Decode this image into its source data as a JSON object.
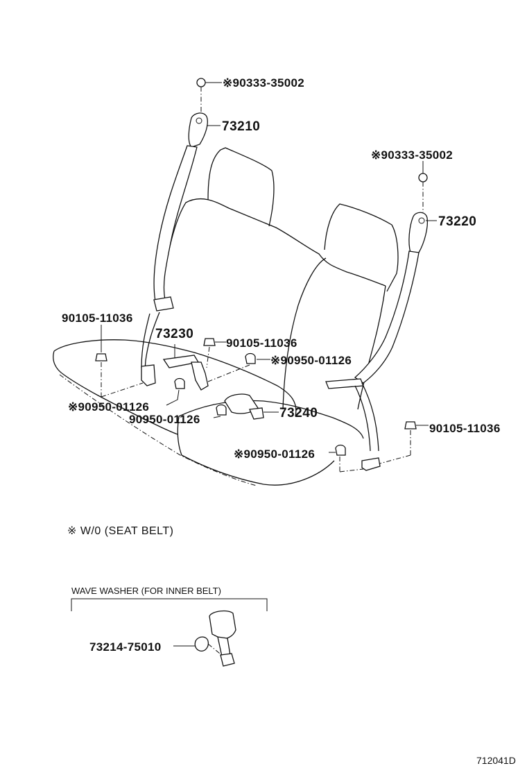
{
  "labels": {
    "p_90333_top": "※90333-35002",
    "p_73210": "73210",
    "p_90333_right": "※90333-35002",
    "p_73220": "73220",
    "p_90105_left": "90105-11036",
    "p_73230": "73230",
    "p_90105_center": "90105-11036",
    "p_90950_center": "※90950-01126",
    "p_90950_left": "※90950-01126",
    "p_90950_lower": "90950-01126",
    "p_73240": "73240",
    "p_90105_right": "90105-11036",
    "p_90950_right": "※90950-01126"
  },
  "legend": {
    "note": "※  W/0 (SEAT  BELT)"
  },
  "inset": {
    "title": "WAVE WASHER (FOR INNER BELT)",
    "part": "73214-75010"
  },
  "footer": {
    "code": "712041D"
  }
}
